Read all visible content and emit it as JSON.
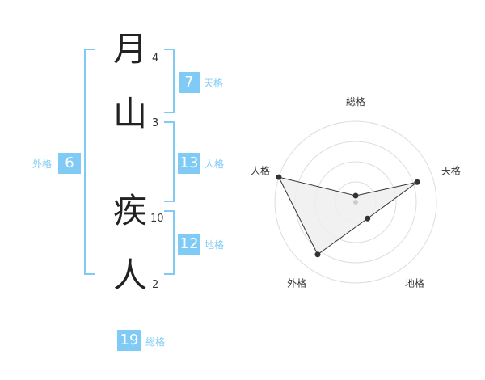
{
  "name": {
    "characters": [
      {
        "char": "月",
        "strokes": "4"
      },
      {
        "char": "山",
        "strokes": "3"
      },
      {
        "char": "疾",
        "strokes": "10"
      },
      {
        "char": "人",
        "strokes": "2"
      }
    ]
  },
  "kaku": {
    "tenkaku": {
      "value": "7",
      "label": "天格"
    },
    "jinkaku": {
      "value": "13",
      "label": "人格"
    },
    "chikaku": {
      "value": "12",
      "label": "地格"
    },
    "gaikaku": {
      "value": "6",
      "label": "外格"
    },
    "soukaku": {
      "value": "19",
      "label": "総格"
    }
  },
  "colors": {
    "accent": "#7fcbf5",
    "radar_fill": "#eeeeee",
    "ring": "#dddddd",
    "point": "#333333"
  },
  "chart_data": {
    "type": "radar",
    "axes": [
      "総格",
      "天格",
      "地格",
      "外格",
      "人格"
    ],
    "values": [
      0.08,
      0.8,
      0.25,
      0.8,
      1.0
    ],
    "range": [
      0,
      1
    ],
    "rings": 4
  }
}
